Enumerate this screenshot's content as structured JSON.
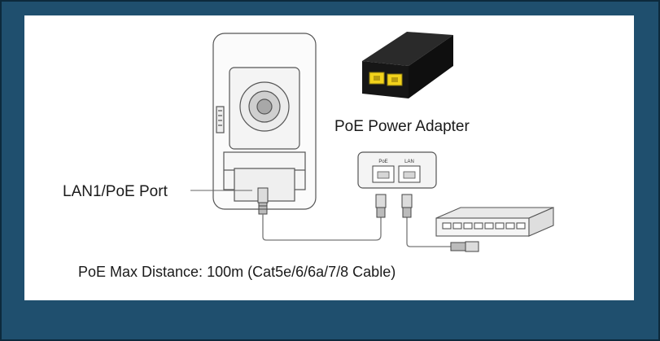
{
  "labels": {
    "adapter": "PoE Power Adapter",
    "lan1_port": "LAN1/PoE Port",
    "max_distance": "PoE Max Distance: 100m (Cat5e/6/6a/7/8 Cable)",
    "port_poe": "PoE",
    "port_lan": "LAN"
  },
  "colors": {
    "background": "#1f4f6e",
    "panel": "#ffffff",
    "port_accent": "#f2d21b",
    "adapter_body": "#1b1b1b"
  }
}
